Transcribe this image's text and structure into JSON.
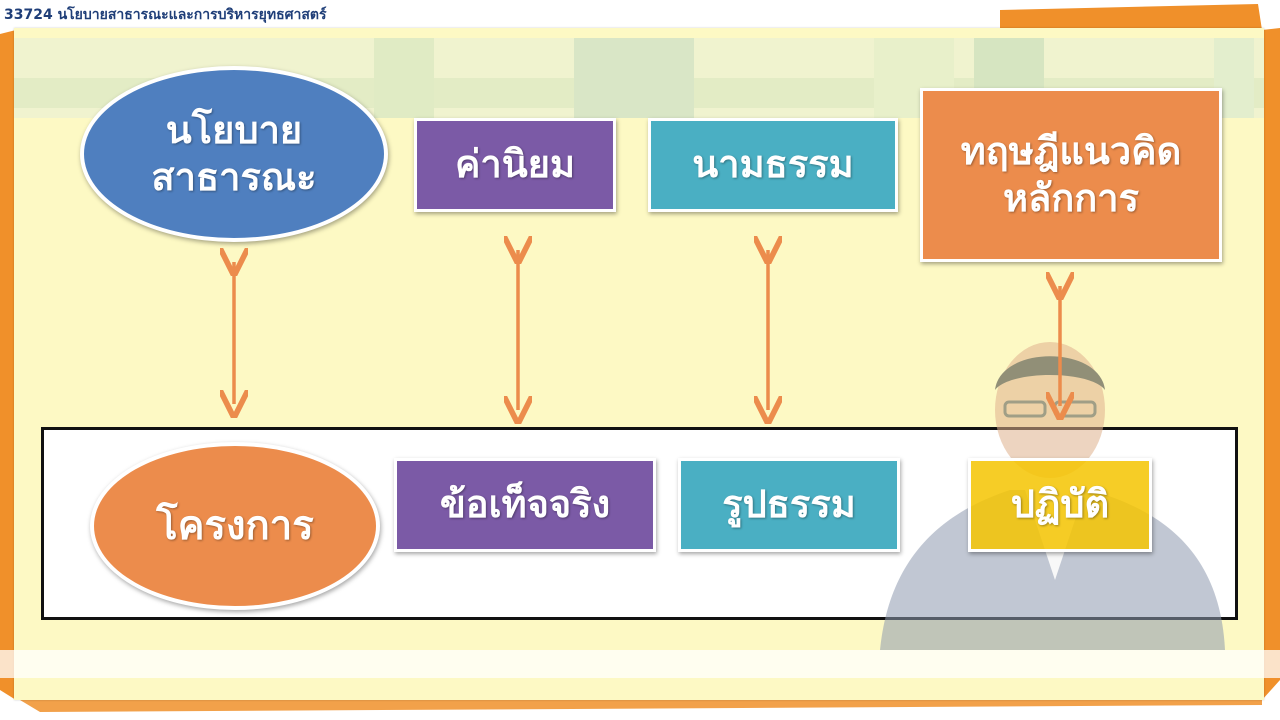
{
  "header": {
    "title": "33724 นโยบายสาธารณะและการบริหารยุทธศาสตร์"
  },
  "colors": {
    "slide_background": "#fdf9c4",
    "ribbon_orange": "#f0902a",
    "blue": "#4f7fbf",
    "purple": "#7b5aa6",
    "teal": "#4aafc3",
    "orange": "#ec8c4c",
    "gold": "#f5c400",
    "arrow": "#ec8c4c"
  },
  "diagram": {
    "top": {
      "public_policy": "นโยบาย\nสาธารณะ",
      "values": "ค่านิยม",
      "abstract": "นามธรรม",
      "theory": "ทฤษฎีแนวคิด\nหลักการ"
    },
    "bottom": {
      "project": "โครงการ",
      "facts": "ข้อเท็จจริง",
      "concrete": "รูปธรรม",
      "practice": "ปฏิบัติ"
    }
  }
}
